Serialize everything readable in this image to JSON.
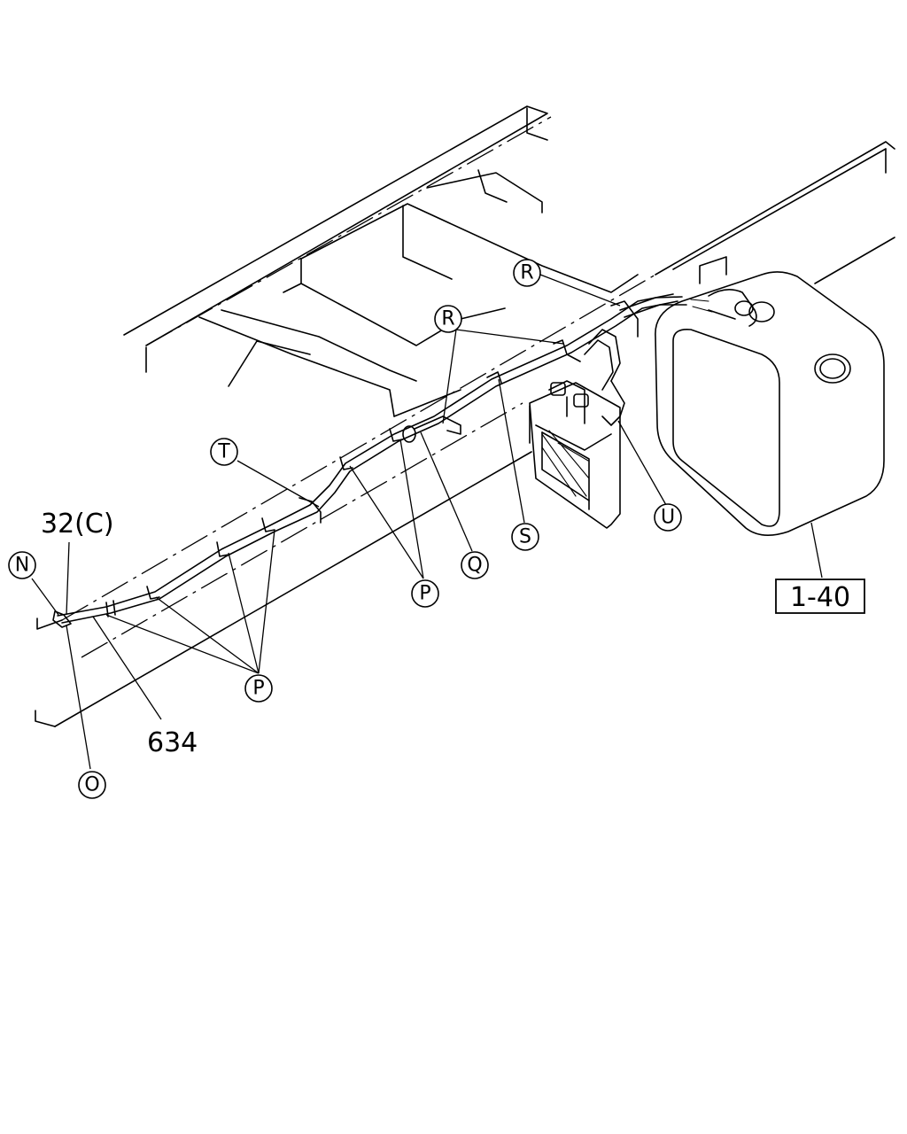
{
  "callouts": {
    "n": "N",
    "o": "O",
    "p_upper": "P",
    "p_lower": "P",
    "q": "Q",
    "r_upper": "R",
    "r_lower": "R",
    "s": "S",
    "t": "T",
    "u": "U"
  },
  "labels": {
    "part_32c": "32(C)",
    "part_634": "634",
    "ref_box": "1-40"
  }
}
